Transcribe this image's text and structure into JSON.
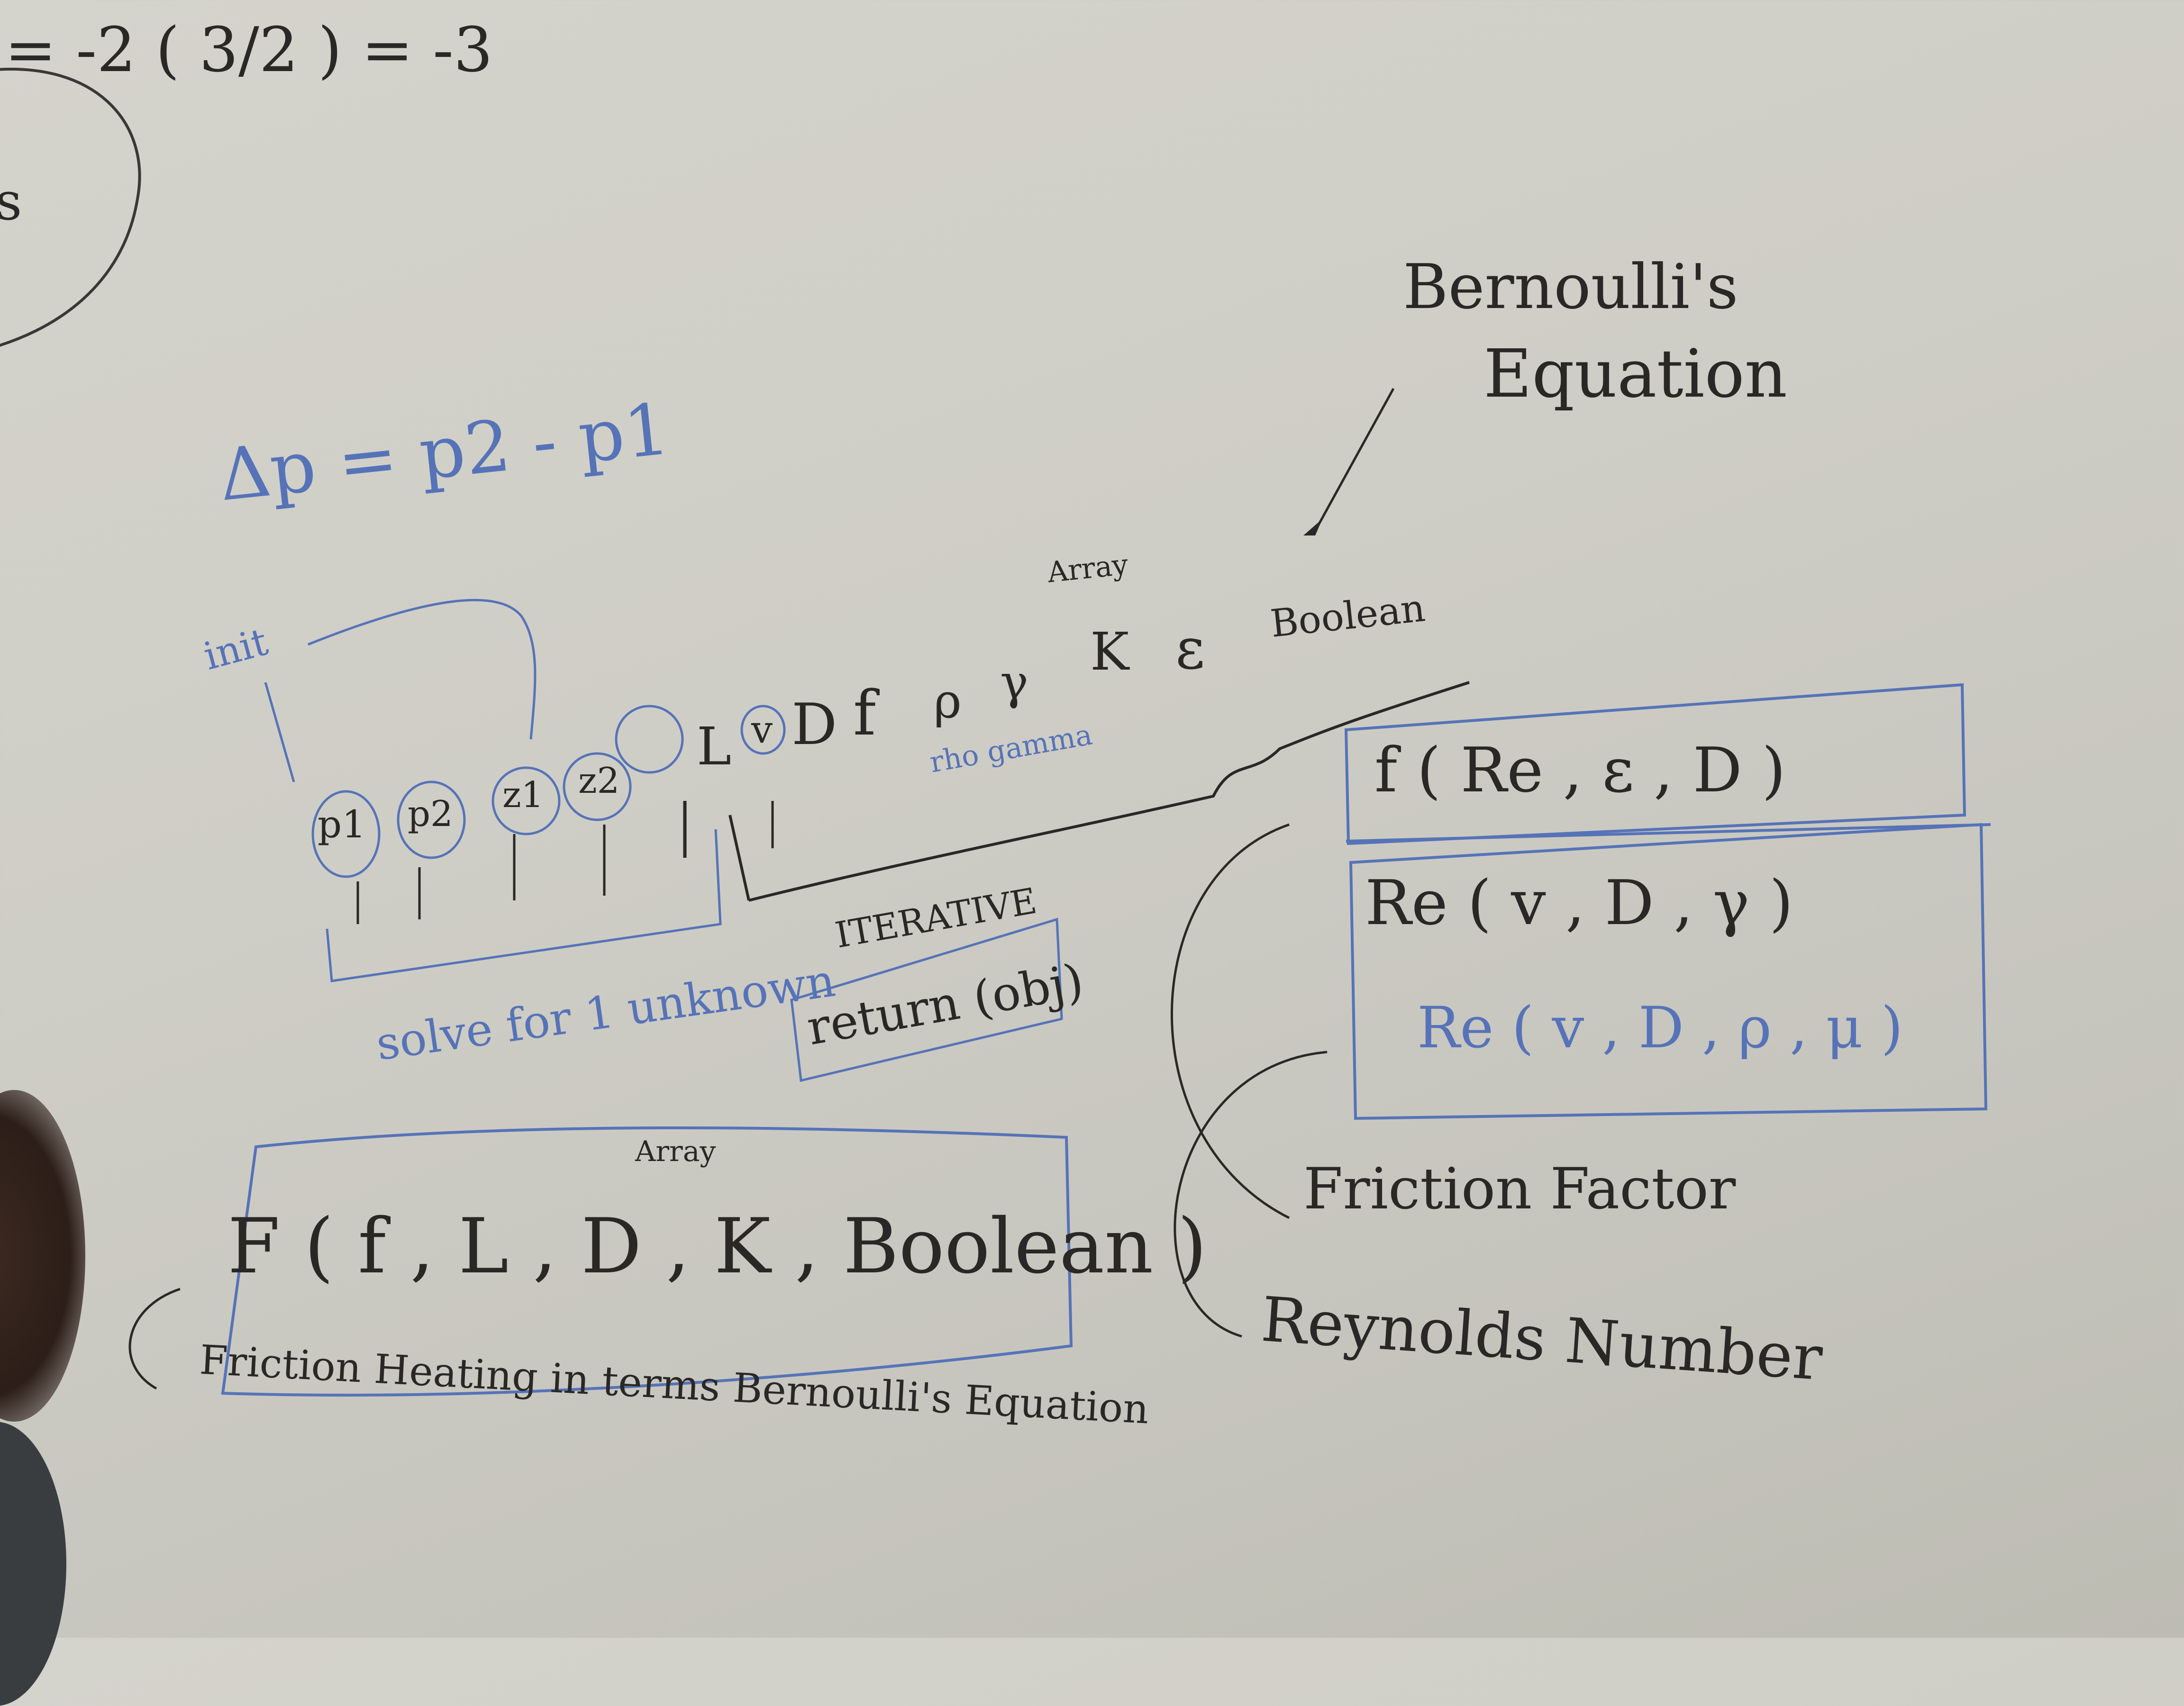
{
  "whiteboard": {
    "top_left_eq": "= -2 ( 3/2 ) = -3",
    "top_left_fragment": "s",
    "delta_p": "Δp = p2 - p1",
    "init": "init",
    "args_row_left": [
      "p1",
      "p2",
      "z1",
      "z2",
      "L",
      "v",
      "D",
      "f",
      "ρ",
      "γ",
      "K",
      "ε",
      "Boolean"
    ],
    "array_label_top": "Array",
    "rho_gamma": "rho  gamma",
    "solve_note": "solve for 1 unknown",
    "iterative": "ITERATIVE",
    "return_obj": "return (obj)",
    "bernoulli": "Bernoulli's",
    "equation": "Equation",
    "friction_box": {
      "row1": "f  (  Re , ε , D )",
      "row2": "Re  (  v , D , γ )",
      "row3": "Re  (  v , D , ρ , μ )"
    },
    "friction_factor": "Friction Factor",
    "reynolds_number": "Reynolds Number",
    "F_function": "F ( f , L , D , K ,  Boolean )",
    "array_label_bottom": "Array",
    "friction_heating": "Friction Heating in terms Bernoulli's Equation"
  },
  "colors": {
    "ink_black": "#2a2826",
    "ink_blue": "#5673b8",
    "board": "#cfcec6"
  }
}
